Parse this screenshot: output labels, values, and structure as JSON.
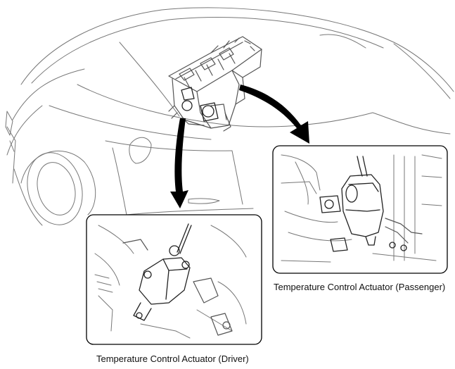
{
  "diagram": {
    "callouts": [
      {
        "id": "passenger",
        "label": "Temperature Control Actuator (Passenger)"
      },
      {
        "id": "driver",
        "label": "Temperature Control Actuator (Driver)"
      }
    ],
    "colors": {
      "line": "#777777",
      "dark_line": "#222222",
      "arrow": "#000000",
      "background": "#ffffff"
    }
  }
}
